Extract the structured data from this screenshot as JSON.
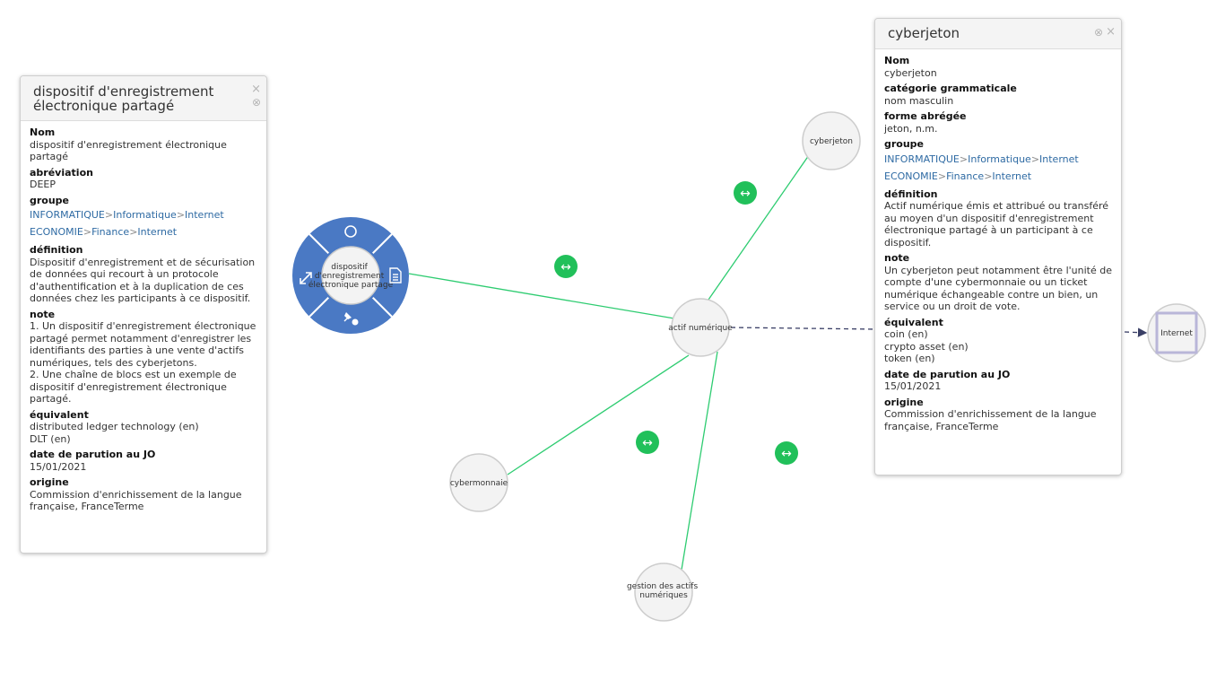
{
  "graph": {
    "nodes": {
      "center": "actif numérique",
      "top": "cyberjeton",
      "left": "dispositif\nd'enregistrement\nélectronique partagé",
      "bottom_left": "cybermonnaie",
      "bottom": "gestion des actifs\nnumériques",
      "right": "Internet"
    },
    "edge_icon": "↔",
    "colors": {
      "edge": "#2ecc71",
      "edge_badge": "#21c05a",
      "radial_menu": "#4a79c4",
      "node_fill": "#f3f3f3",
      "dashed": "#3a3f66"
    },
    "menu_icons": [
      "circle-icon",
      "document-icon",
      "push-pin-icon",
      "expand-icon"
    ]
  },
  "left_panel": {
    "title": "dispositif d'enregistrement électronique partagé",
    "fields": {
      "nom_label": "Nom",
      "nom_value": "dispositif d'enregistrement électronique partagé",
      "abrev_label": "abréviation",
      "abrev_value": "DEEP",
      "groupe_label": "groupe",
      "groupe1": [
        "INFORMATIQUE",
        "Informatique",
        "Internet"
      ],
      "groupe2": [
        "ECONOMIE",
        "Finance",
        "Internet"
      ],
      "def_label": "définition",
      "def_value": "Dispositif d'enregistrement et de sécurisation de données qui recourt à un protocole d'authentification et à la duplication de ces données chez les participants à ce dispositif.",
      "note_label": "note",
      "note1": "1. Un dispositif d'enregistrement électronique partagé permet notamment d'enregistrer les identifiants des parties à une vente d'actifs numériques, tels des cyberjetons.",
      "note2": "2. Une chaîne de blocs est un exemple de dispositif d'enregistrement électronique partagé.",
      "equiv_label": "équivalent",
      "equiv1": "distributed ledger technology (en)",
      "equiv2": "DLT (en)",
      "date_label": "date de parution au JO",
      "date_value": "15/01/2021",
      "origine_label": "origine",
      "origine_value": "Commission d'enrichissement de la langue française, FranceTerme"
    }
  },
  "right_panel": {
    "title": "cyberjeton",
    "fields": {
      "nom_label": "Nom",
      "nom_value": "cyberjeton",
      "cat_label": "catégorie grammaticale",
      "cat_value": "nom masculin",
      "forme_label": "forme abrégée",
      "forme_value": "jeton, n.m.",
      "groupe_label": "groupe",
      "groupe1": [
        "INFORMATIQUE",
        "Informatique",
        "Internet"
      ],
      "groupe2": [
        "ECONOMIE",
        "Finance",
        "Internet"
      ],
      "def_label": "définition",
      "def_value": "Actif numérique émis et attribué ou transféré au moyen d'un dispositif d'enregistrement électronique partagé à un participant à ce dispositif.",
      "note_label": "note",
      "note_value": "Un cyberjeton peut notamment être l'unité de compte d'une cybermonnaie ou un ticket numérique échangeable contre un bien, un service ou un droit de vote.",
      "equiv_label": "équivalent",
      "equiv1": "coin (en)",
      "equiv2": "crypto asset (en)",
      "equiv3": "token (en)",
      "date_label": "date de parution au JO",
      "date_value": "15/01/2021",
      "origine_label": "origine",
      "origine_value": "Commission d'enrichissement de la langue française, FranceTerme"
    }
  },
  "controls": {
    "close": "×",
    "minimize": "⊗",
    "separator": ">"
  }
}
